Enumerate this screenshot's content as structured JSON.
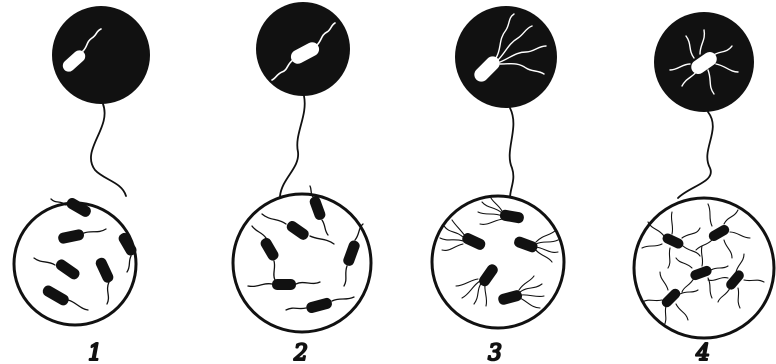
{
  "panels": [
    {
      "label": "1",
      "flagella": "monotrichous"
    },
    {
      "label": "2",
      "flagella": "amphitrichous"
    },
    {
      "label": "3",
      "flagella": "lophotrichous"
    },
    {
      "label": "4",
      "flagella": "peritrichous"
    }
  ],
  "colors": {
    "ink": "#111111",
    "paper": "#ffffff"
  }
}
